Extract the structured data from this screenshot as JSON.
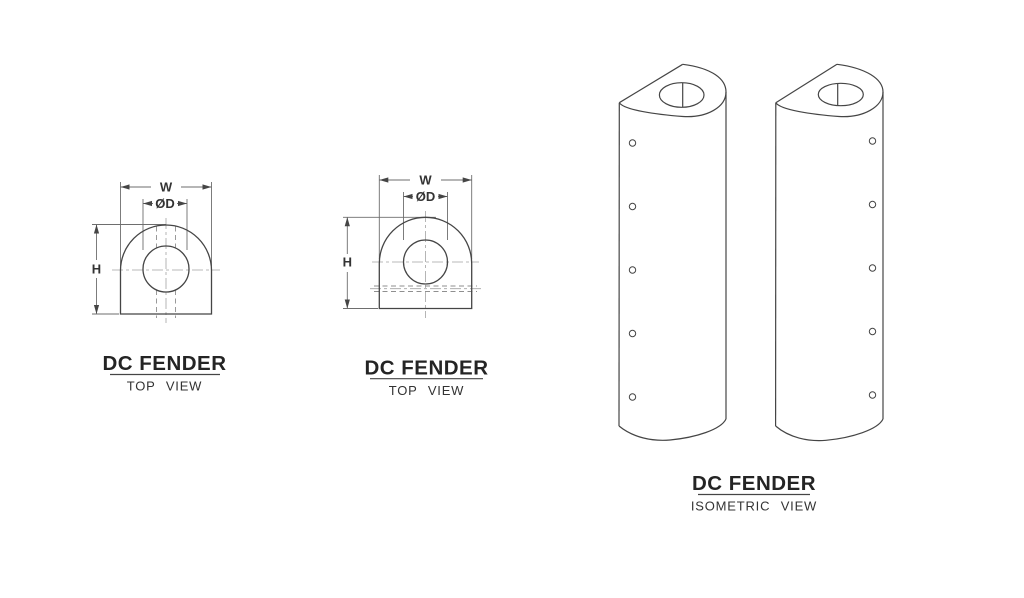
{
  "drawing": {
    "part_name": "DC FENDER"
  },
  "colors": {
    "outline": "#454545",
    "dimension": "#6e6e6e",
    "hidden": "#8f8f8f",
    "centerline": "#a3a3a3",
    "text_dark": "#242424",
    "text_label": "#333333"
  },
  "views": {
    "top_view_left": {
      "title": "DC FENDER",
      "subtitle": "TOP VIEW",
      "dims": {
        "width": "W",
        "diameter": "ØD",
        "height": "H"
      }
    },
    "top_view_middle": {
      "title": "DC FENDER",
      "subtitle": "TOP VIEW",
      "dims": {
        "width": "W",
        "diameter": "ØD",
        "height": "H"
      }
    },
    "isometric": {
      "title": "DC FENDER",
      "subtitle": "ISOMETRIC VIEW"
    }
  }
}
